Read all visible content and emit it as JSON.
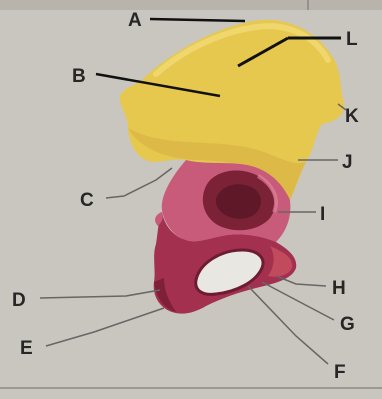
{
  "diagram": {
    "labels": {
      "A": "A",
      "B": "B",
      "C": "C",
      "D": "D",
      "E": "E",
      "F": "F",
      "G": "G",
      "H": "H",
      "I": "I",
      "J": "J",
      "K": "K",
      "L": "L"
    }
  },
  "colors": {
    "background": "#c9c6bf",
    "ilium": "#e6c84e",
    "ilium_shadow": "#d4a83a",
    "ischium": "#a8324e",
    "pubis": "#c2506e",
    "acetabulum": "#8a2a40",
    "leader": "#444444",
    "leader_bold": "#111111"
  }
}
